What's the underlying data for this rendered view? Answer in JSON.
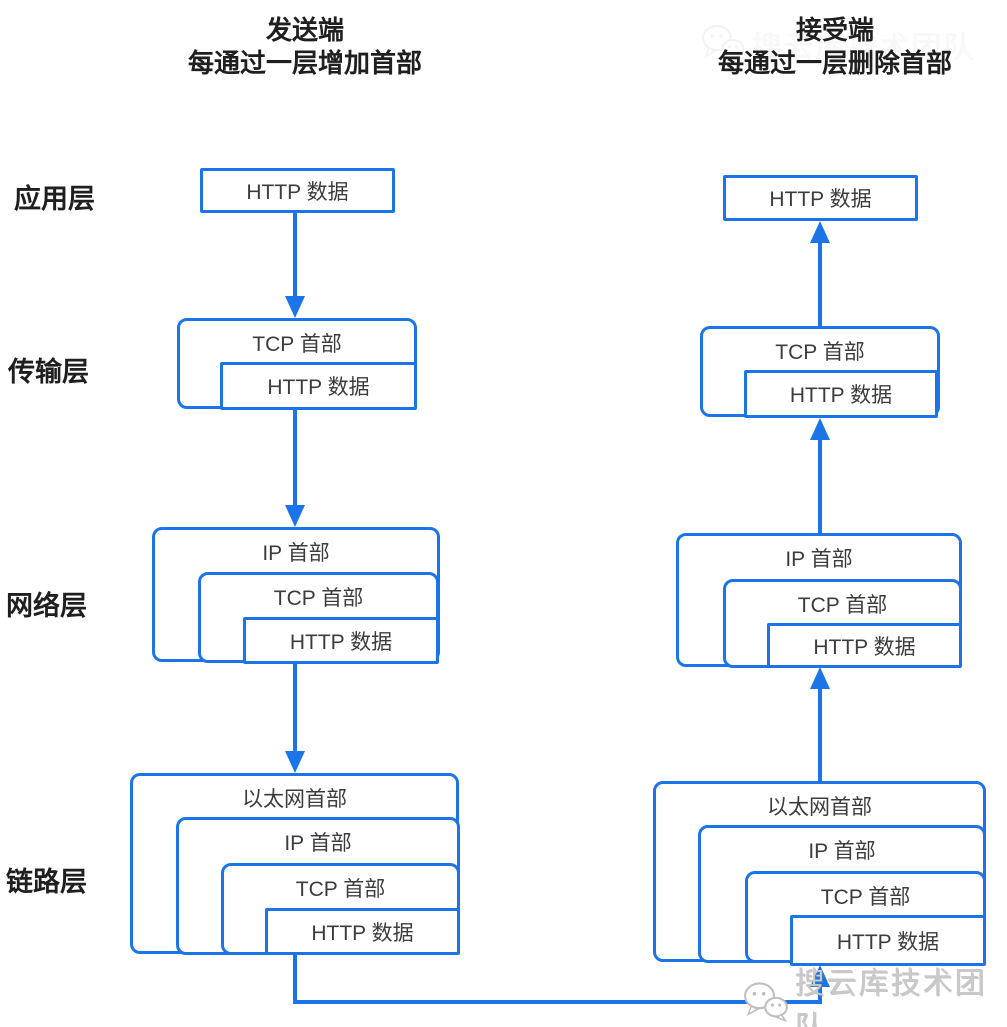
{
  "titles": {
    "sender": {
      "line1": "发送端",
      "line2": "每通过一层增加首部"
    },
    "receiver": {
      "line1": "接受端",
      "line2": "每通过一层删除首部"
    }
  },
  "layers": {
    "application": "应用层",
    "transport": "传输层",
    "network": "网络层",
    "link": "链路层"
  },
  "boxes": {
    "http": "HTTP 数据",
    "tcp": "TCP 首部",
    "ip": "IP 首部",
    "ethernet": "以太网首部"
  },
  "watermark": {
    "icon": "wechat-icon",
    "text": "搜云库技术团队"
  },
  "colors": {
    "line": "#1b75e8",
    "box_text": "#3c3c3c",
    "heading_text": "#1f1f1f",
    "watermark_text": "#c9c9c9"
  }
}
